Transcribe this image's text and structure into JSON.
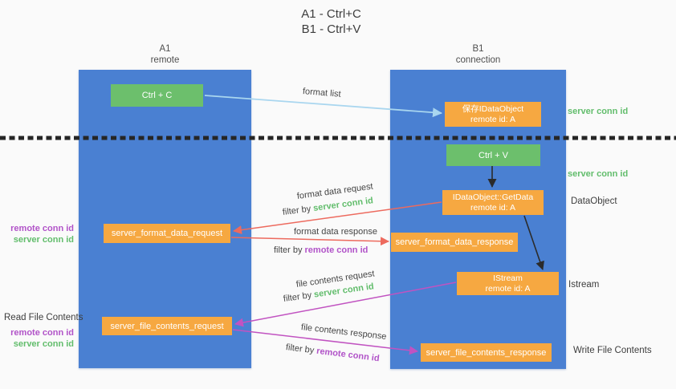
{
  "title": {
    "line1": "A1 - Ctrl+C",
    "line2": "B1 - Ctrl+V"
  },
  "columns": {
    "left": {
      "name": "A1",
      "role": "remote"
    },
    "right": {
      "name": "B1",
      "role": "connection"
    }
  },
  "boxes": {
    "ctrl_c": {
      "label": "Ctrl + C"
    },
    "ctrl_v": {
      "label": "Ctrl + V"
    },
    "save_dataobject": {
      "line1": "保存IDataObject",
      "line2": "remote id: A"
    },
    "getdata": {
      "line1": "IDataObject::GetData",
      "line2": "remote id: A"
    },
    "istream": {
      "line1": "IStream",
      "line2": "remote id: A"
    },
    "format_request": {
      "label": "server_format_data_request"
    },
    "format_response": {
      "label": "server_format_data_response"
    },
    "file_request": {
      "label": "server_file_contents_request"
    },
    "file_response": {
      "label": "server_file_contents_response"
    }
  },
  "edge_labels": {
    "format_list": "format list",
    "format_data_request": {
      "line1": "format data request",
      "filter_prefix": "filter by ",
      "filter_key": "server conn id"
    },
    "format_data_response": {
      "line1": "format data response",
      "filter_prefix": "filter by ",
      "filter_key": "remote conn id"
    },
    "file_contents_request": {
      "line1": "file contents request",
      "filter_prefix": "filter by ",
      "filter_key": "server conn id"
    },
    "file_contents_response": {
      "line1": "file contents response",
      "filter_prefix": "filter by ",
      "filter_key": "remote conn id"
    }
  },
  "annotations": {
    "server_conn_id_top": "server conn id",
    "server_conn_id_mid": "server conn id",
    "dataobject": "DataObject",
    "istream": "Istream",
    "write_file_contents": "Write File Contents",
    "read_file_contents": "Read File Contents",
    "left_remote_conn_id_1": "remote conn id",
    "left_server_conn_id_1": "server conn id",
    "left_remote_conn_id_2": "remote conn id",
    "left_server_conn_id_2": "server conn id"
  },
  "colors": {
    "column_blue": "#4a80d2",
    "box_green": "#6cbf6c",
    "box_orange": "#f6a841",
    "arrow_red": "#ed6a5e",
    "arrow_purple": "#c153c1",
    "arrow_lightblue": "#a9d6ef",
    "text_green": "#62bd6c",
    "text_purple": "#b153c8",
    "text_dark": "#3d3d3d"
  }
}
